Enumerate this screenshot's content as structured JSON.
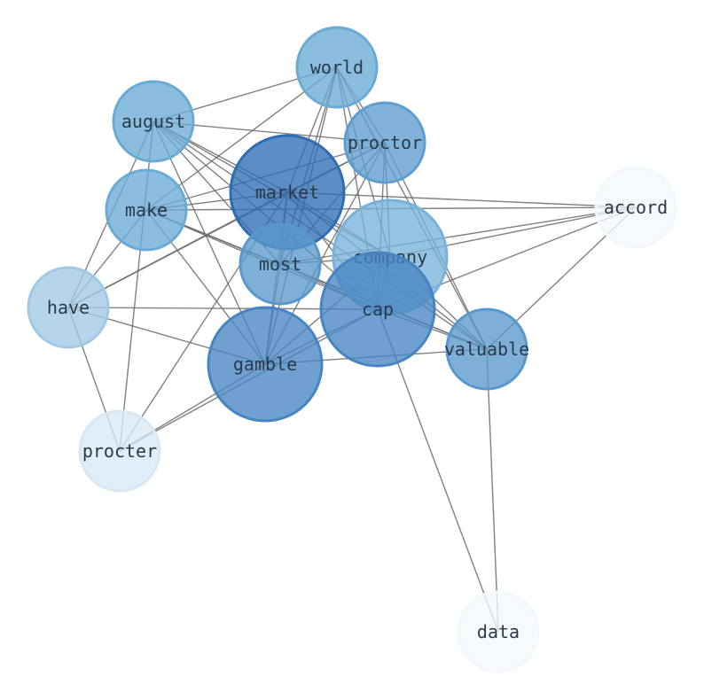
{
  "graph": {
    "nodes": [
      {
        "id": "world",
        "label": "world",
        "weight": 0.5
      },
      {
        "id": "august",
        "label": "august",
        "weight": 0.5
      },
      {
        "id": "proctor",
        "label": "proctor",
        "weight": 0.6
      },
      {
        "id": "market",
        "label": "market",
        "weight": 1.0
      },
      {
        "id": "make",
        "label": "make",
        "weight": 0.5
      },
      {
        "id": "accord",
        "label": "accord",
        "weight": 0.0
      },
      {
        "id": "company",
        "label": "company",
        "weight": 0.45
      },
      {
        "id": "most",
        "label": "most",
        "weight": 0.65
      },
      {
        "id": "have",
        "label": "have",
        "weight": 0.3
      },
      {
        "id": "cap",
        "label": "cap",
        "weight": 0.8
      },
      {
        "id": "valuable",
        "label": "valuable",
        "weight": 0.65
      },
      {
        "id": "gamble",
        "label": "gamble",
        "weight": 0.8
      },
      {
        "id": "procter",
        "label": "procter",
        "weight": 0.1
      },
      {
        "id": "data",
        "label": "data",
        "weight": 0.0
      }
    ],
    "edges": [
      [
        "world",
        "august"
      ],
      [
        "world",
        "proctor"
      ],
      [
        "world",
        "market"
      ],
      [
        "world",
        "make"
      ],
      [
        "world",
        "company"
      ],
      [
        "world",
        "most"
      ],
      [
        "world",
        "cap"
      ],
      [
        "world",
        "valuable"
      ],
      [
        "world",
        "gamble"
      ],
      [
        "august",
        "proctor"
      ],
      [
        "august",
        "market"
      ],
      [
        "august",
        "most"
      ],
      [
        "august",
        "cap"
      ],
      [
        "august",
        "valuable"
      ],
      [
        "august",
        "gamble"
      ],
      [
        "august",
        "have"
      ],
      [
        "august",
        "procter"
      ],
      [
        "august",
        "company"
      ],
      [
        "proctor",
        "make"
      ],
      [
        "proctor",
        "market"
      ],
      [
        "proctor",
        "company"
      ],
      [
        "proctor",
        "cap"
      ],
      [
        "proctor",
        "valuable"
      ],
      [
        "proctor",
        "gamble"
      ],
      [
        "proctor",
        "have"
      ],
      [
        "proctor",
        "most"
      ],
      [
        "market",
        "make"
      ],
      [
        "market",
        "accord"
      ],
      [
        "market",
        "company"
      ],
      [
        "market",
        "cap"
      ],
      [
        "market",
        "valuable"
      ],
      [
        "market",
        "gamble"
      ],
      [
        "market",
        "have"
      ],
      [
        "market",
        "procter"
      ],
      [
        "market",
        "most"
      ],
      [
        "make",
        "most"
      ],
      [
        "make",
        "cap"
      ],
      [
        "make",
        "valuable"
      ],
      [
        "make",
        "gamble"
      ],
      [
        "make",
        "have"
      ],
      [
        "make",
        "accord"
      ],
      [
        "accord",
        "most"
      ],
      [
        "accord",
        "company"
      ],
      [
        "accord",
        "valuable"
      ],
      [
        "accord",
        "cap"
      ],
      [
        "company",
        "cap"
      ],
      [
        "company",
        "valuable"
      ],
      [
        "company",
        "gamble"
      ],
      [
        "company",
        "most"
      ],
      [
        "most",
        "cap"
      ],
      [
        "most",
        "gamble"
      ],
      [
        "most",
        "valuable"
      ],
      [
        "have",
        "cap"
      ],
      [
        "have",
        "gamble"
      ],
      [
        "have",
        "procter"
      ],
      [
        "cap",
        "valuable"
      ],
      [
        "cap",
        "gamble"
      ],
      [
        "cap",
        "procter"
      ],
      [
        "cap",
        "data"
      ],
      [
        "valuable",
        "gamble"
      ],
      [
        "valuable",
        "data"
      ],
      [
        "gamble",
        "procter"
      ]
    ]
  },
  "colors": {
    "light": "#f4f8fd",
    "mid": "#6aaad6",
    "dark": "#2e6db3",
    "edge": "#6b6b6b",
    "label": "#2b3a4a"
  }
}
